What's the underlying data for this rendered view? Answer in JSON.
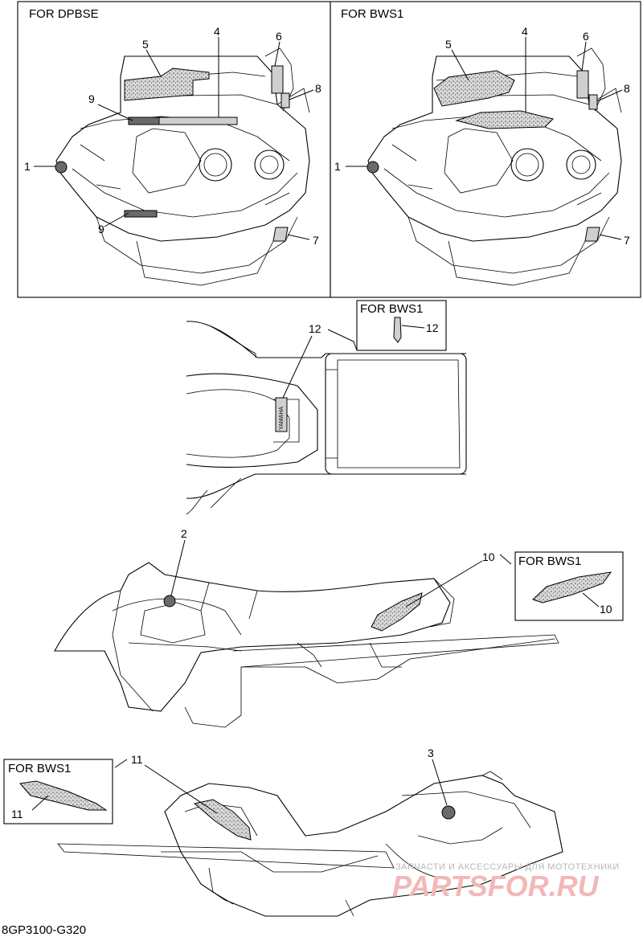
{
  "boxes": {
    "left_title": "FOR DPBSE",
    "right_title": "FOR BWS1",
    "inset12_title": "FOR BWS1",
    "inset10_title": "FOR BWS1",
    "inset11_title": "FOR BWS1"
  },
  "callouts": {
    "n1": "1",
    "n2": "2",
    "n3": "3",
    "n4": "4",
    "n5": "5",
    "n6": "6",
    "n7": "7",
    "n8": "8",
    "n9": "9",
    "n10": "10",
    "n11": "11",
    "n12": "12"
  },
  "decal_text": {
    "brand": "YAMAHA"
  },
  "watermark": {
    "subtitle": "ЗАПЧАСТИ И АКСЕССУАРЫ ДЛЯ МОТОТЕХНИКИ",
    "brand": "PARTSFOR.RU"
  },
  "diagram_code": "8GP3100-G320",
  "colors": {
    "line": "#000000",
    "decal_fill": "#cfcfcf",
    "watermark": "#f2b8b8"
  }
}
